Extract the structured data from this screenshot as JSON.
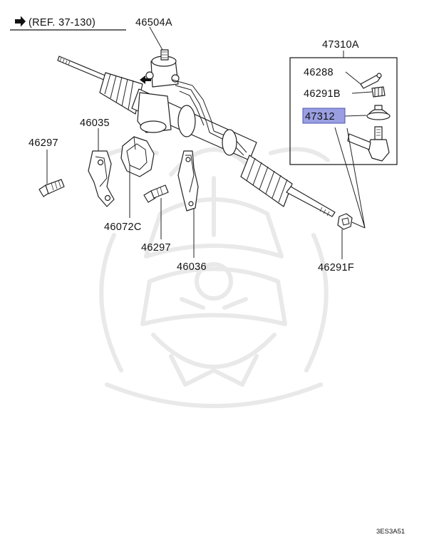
{
  "reference": {
    "arrow_icon": "right-arrow-icon",
    "text": "(REF. 37-130)"
  },
  "labels": {
    "p46504A": "46504A",
    "p47310A": "47310A",
    "p46288": "46288",
    "p46291B": "46291B",
    "p47312": "47312",
    "p46035": "46035",
    "p46297_left": "46297",
    "p46072C": "46072C",
    "p46297_center": "46297",
    "p46036": "46036",
    "p46291F": "46291F"
  },
  "highlight": {
    "part": "47312",
    "color": "#9a9fe2"
  },
  "diagram_code": "3ES3A51"
}
